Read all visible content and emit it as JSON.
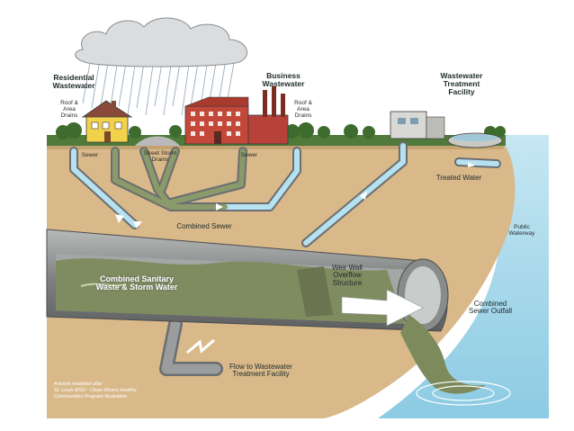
{
  "labels": {
    "residential": [
      "Residential",
      "Wastewater"
    ],
    "business": [
      "Business",
      "Wastewater"
    ],
    "treatment_facility": [
      "Wastewater",
      "Treatment",
      "Facility"
    ],
    "roof_drains_left": [
      "Roof &",
      "Area",
      "Drains"
    ],
    "roof_drains_right": [
      "Roof &",
      "Area",
      "Drains"
    ],
    "sewer_left": "Sewer",
    "street_drains": [
      "Street Storm",
      "Drains"
    ],
    "sewer_right": "Sewer",
    "treated_water": "Treated Water",
    "public_waterway": [
      "Public",
      "Waterway"
    ],
    "combined_sewer": "Combined Sewer",
    "combined_waste": [
      "Combined Sanitary",
      "Waste & Storm Water"
    ],
    "weir_wall": [
      "Weir Wall",
      "Overflow",
      "Structure"
    ],
    "outfall": [
      "Combined",
      "Sewer Outfall"
    ],
    "flow_to_facility": [
      "Flow to Wastewater",
      "Treatment Facility"
    ],
    "credit": [
      "Artwork modeled after",
      "St. Louis MSD - Clean Rivers Healthy",
      "Communities Program Illustration"
    ]
  },
  "colors": {
    "sky": "#ffffff",
    "ground": "#d9b98a",
    "grass": "#4f7a3a",
    "water": "#a8d8ec",
    "pipe": "#8e9090",
    "sewage": "#7d8a5c",
    "house": "#f2d24a",
    "factory": "#c4483a"
  }
}
